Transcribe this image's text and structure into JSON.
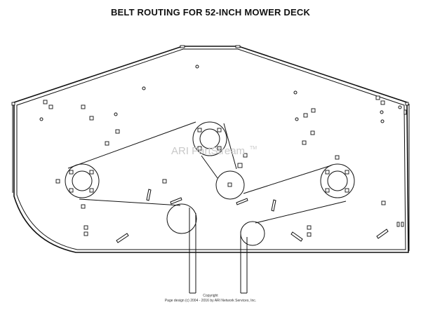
{
  "title": "BELT ROUTING FOR 52-INCH MOWER DECK",
  "watermark": "ARI PartStream",
  "watermark_tm": "TM",
  "copyright": {
    "line1": "Copyright",
    "line2": "Page design (c) 2004 - 2016 by ARI Network Services, Inc."
  }
}
